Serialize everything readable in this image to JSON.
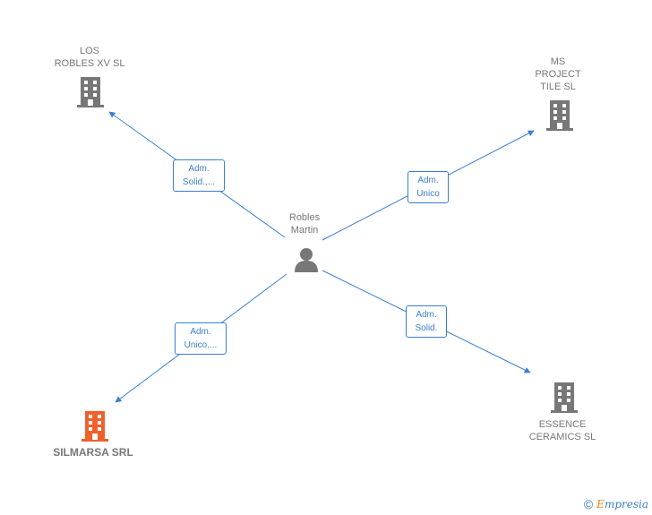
{
  "colors": {
    "edge": "#3a7ed0",
    "building": "#777777",
    "highlight": "#f0602a",
    "person": "#777777"
  },
  "center": {
    "name_lines": [
      "Robles",
      "Martin"
    ],
    "icon": "person-icon"
  },
  "companies": [
    {
      "id": "los-robles",
      "name_lines": [
        "LOS",
        "ROBLES XV  SL"
      ],
      "role_lines": [
        "Adm.",
        "Solid.,..."
      ],
      "icon": "building-icon",
      "highlight": false
    },
    {
      "id": "ms-project",
      "name_lines": [
        "MS",
        "PROJECT",
        "TILE SL"
      ],
      "role_lines": [
        "Adm.",
        "Unico"
      ],
      "icon": "building-icon",
      "highlight": false
    },
    {
      "id": "silmarsa",
      "name_lines": [
        "SILMARSA SRL"
      ],
      "role_lines": [
        "Adm.",
        "Unico,..."
      ],
      "icon": "building-icon",
      "highlight": true
    },
    {
      "id": "essence",
      "name_lines": [
        "ESSENCE",
        "CERAMICS  SL"
      ],
      "role_lines": [
        "Adm.",
        "Solid."
      ],
      "icon": "building-icon",
      "highlight": false
    }
  ],
  "footer": {
    "copyright": "©",
    "brand_first": "E",
    "brand_rest": "mpresia"
  }
}
